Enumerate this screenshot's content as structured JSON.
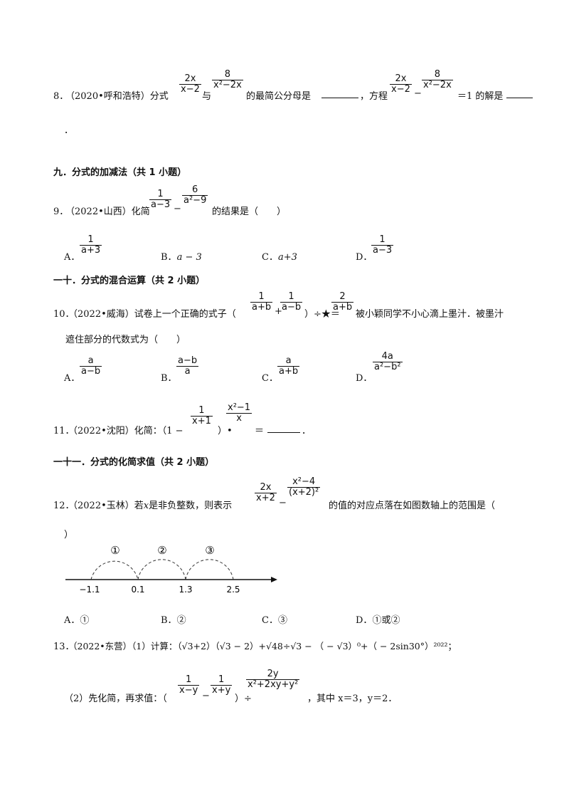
{
  "q8": {
    "number": "8．",
    "source": "（2020•呼和浩特）分式",
    "frac1": {
      "num": "2x",
      "den": "x−2"
    },
    "connector": "与",
    "frac2": {
      "num": "8",
      "den": "x²−2x"
    },
    "text_mid": "的最简公分母是",
    "text_mid2": "，方程",
    "frac3": {
      "num": "2x",
      "den": "x−2"
    },
    "minus": "−",
    "frac4": {
      "num": "8",
      "den": "x²−2x"
    },
    "text_end": "＝1 的解是",
    "period": "．"
  },
  "section9": {
    "title": "九．分式的加减法（共 1 小题）"
  },
  "q9": {
    "number": "9．",
    "source": "（2022•山西）化简",
    "frac1": {
      "num": "1",
      "den": "a−3"
    },
    "minus": "−",
    "frac2": {
      "num": "6",
      "den": "a²−9"
    },
    "text_end": "的结果是（　　）",
    "options": {
      "A": {
        "label": "A．",
        "frac": {
          "num": "1",
          "den": "a+3"
        }
      },
      "B": {
        "label": "B．",
        "text": "a − 3"
      },
      "C": {
        "label": "C．",
        "text": "a+3"
      },
      "D": {
        "label": "D．",
        "frac": {
          "num": "1",
          "den": "a−3"
        }
      }
    }
  },
  "section10": {
    "title": "一十．分式的混合运算（共 2 小题）"
  },
  "q10": {
    "number": "10．",
    "source": "（2022•威海）试卷上一个正确的式子（",
    "frac1": {
      "num": "1",
      "den": "a+b"
    },
    "plus": "+",
    "frac2": {
      "num": "1",
      "den": "a−b"
    },
    "op": "）÷★＝",
    "frac3": {
      "num": "2",
      "den": "a+b"
    },
    "text_end": "被小颖同学不小心滴上墨汁．被墨汁",
    "line2": "遮住部分的代数式为（　　）",
    "options": {
      "A": {
        "label": "A．",
        "frac": {
          "num": "a",
          "den": "a−b"
        }
      },
      "B": {
        "label": "B．",
        "frac": {
          "num": "a−b",
          "den": "a"
        }
      },
      "C": {
        "label": "C．",
        "frac": {
          "num": "a",
          "den": "a+b"
        }
      },
      "D": {
        "label": "D．",
        "frac": {
          "num": "4a",
          "den": "a²−b²"
        }
      }
    }
  },
  "q11": {
    "number": "11．",
    "source": "（2022•沈阳）化简：（1 −",
    "frac1": {
      "num": "1",
      "den": "x+1"
    },
    "dot": "）•",
    "frac2": {
      "num": "x²−1",
      "den": "x"
    },
    "text_end": "＝",
    "period": "．"
  },
  "section11": {
    "title": "一十一．分式的化简求值（共 2 小题）"
  },
  "q12": {
    "number": "12．",
    "source_pre": "（2022•玉林）若",
    "var_x": "x",
    "source_post": "是非负整数，则表示",
    "frac1": {
      "num": "2x",
      "den": "x+2"
    },
    "minus": "−",
    "frac2": {
      "num": "x²−4",
      "den": "(x+2)²"
    },
    "text_end": "的值的对应点落在如图数轴上的范围是（",
    "line2": "）",
    "numberline": {
      "ticks": [
        "−1.1",
        "0.1",
        "1.3",
        "2.5"
      ],
      "regions": [
        "①",
        "②",
        "③"
      ]
    },
    "options": {
      "A": {
        "label": "A．",
        "text": "①"
      },
      "B": {
        "label": "B．",
        "text": "②"
      },
      "C": {
        "label": "C．",
        "text": "③"
      },
      "D": {
        "label": "D．",
        "text": "①或②"
      }
    }
  },
  "q13": {
    "number": "13．",
    "part1": "（2022•东营）（1）计算：（√3+2）（√3 − 2）+√48÷√3 − （ − √3）⁰+（ − 2sin30°）²⁰²²；",
    "part2_pre": "（2）先化简，再求值：（",
    "frac1": {
      "num": "1",
      "den": "x−y"
    },
    "minus": "−",
    "frac2": {
      "num": "1",
      "den": "x+y"
    },
    "div": "）÷",
    "frac3": {
      "num": "2y",
      "den": "x²+2xy+y²"
    },
    "part2_post": "，其中 x＝3，y＝2．"
  }
}
